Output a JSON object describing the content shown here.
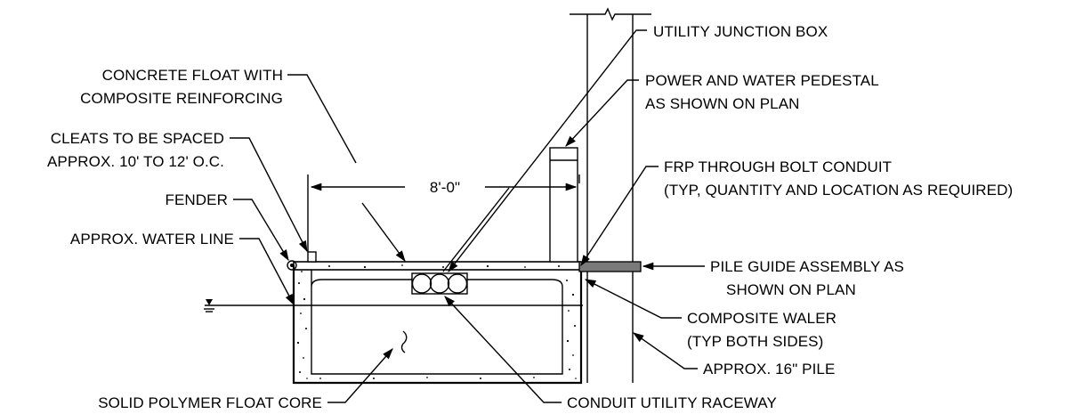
{
  "labels": {
    "utility_junction_box": "UTILITY JUNCTION BOX",
    "concrete_float_1": "CONCRETE FLOAT WITH",
    "concrete_float_2": "COMPOSITE REINFORCING",
    "power_water_1": "POWER AND WATER PEDESTAL",
    "power_water_2": "AS SHOWN ON PLAN",
    "cleats_1": "CLEATS TO BE SPACED",
    "cleats_2": "APPROX. 10' TO 12' O.C.",
    "frp_1": "FRP THROUGH BOLT CONDUIT",
    "frp_2": "(TYP, QUANTITY AND LOCATION AS REQUIRED)",
    "fender": "FENDER",
    "dimension": "8'-0\"",
    "water_line": "APPROX. WATER LINE",
    "pile_guide_1": "PILE GUIDE ASSEMBLY AS",
    "pile_guide_2": "SHOWN ON PLAN",
    "waler_1": "COMPOSITE WALER",
    "waler_2": "(TYP BOTH SIDES)",
    "pile": "APPROX. 16\" PILE",
    "polymer_core": "SOLID POLYMER FLOAT CORE",
    "conduit_raceway": "CONDUIT UTILITY RACEWAY"
  }
}
